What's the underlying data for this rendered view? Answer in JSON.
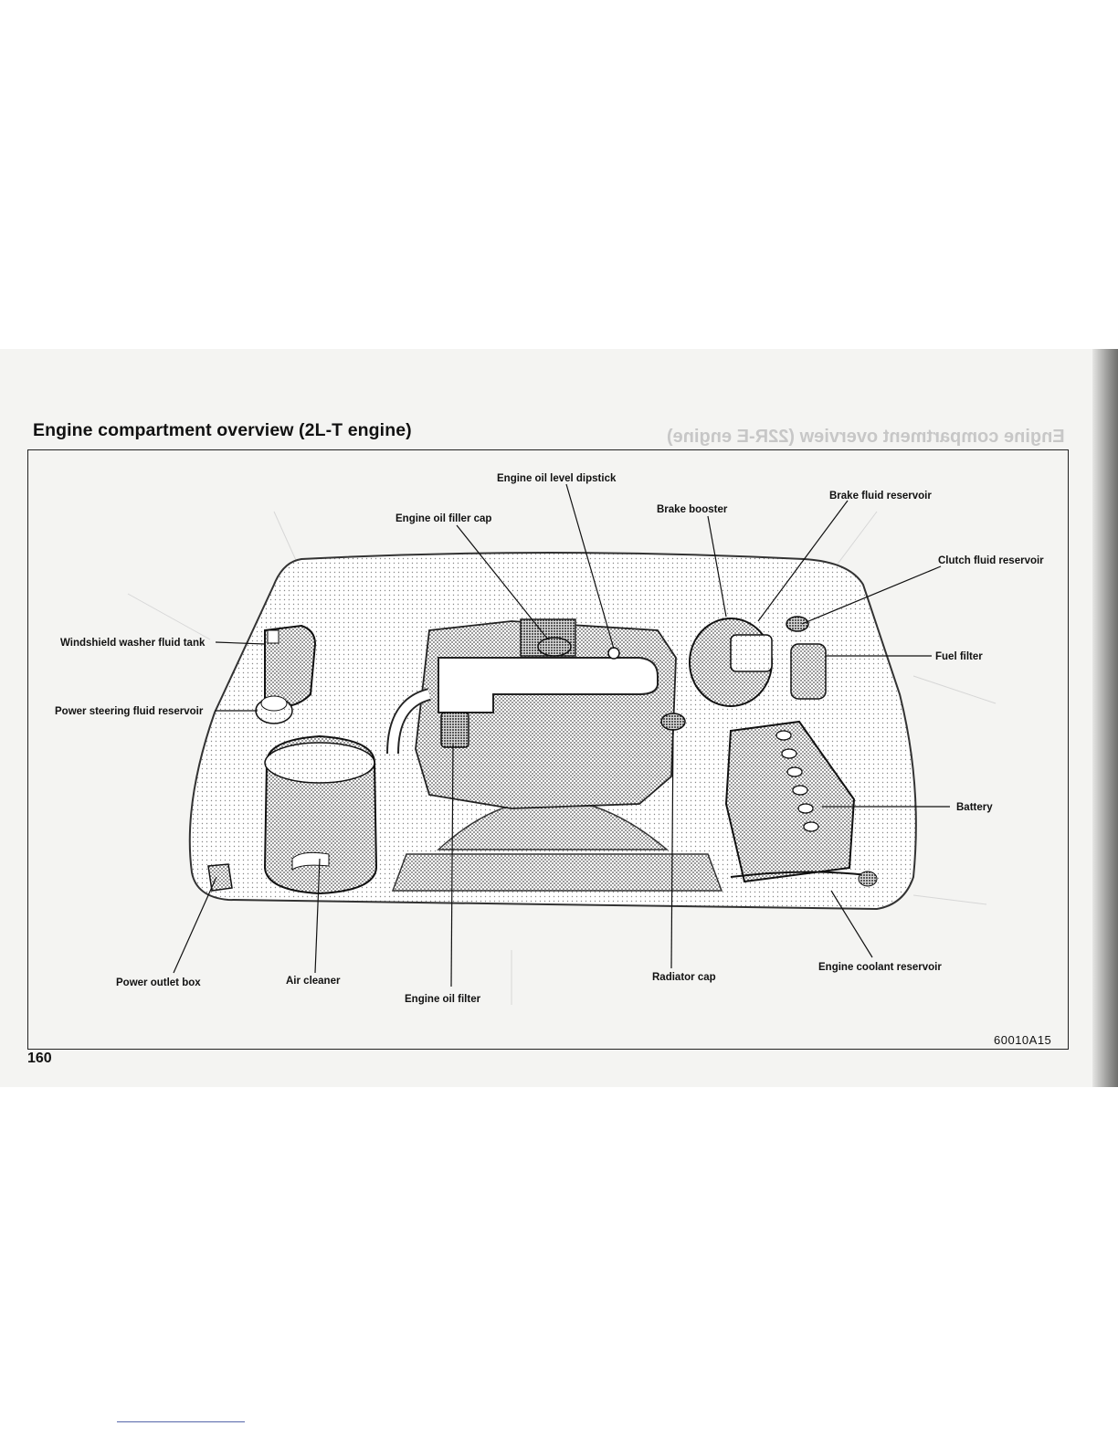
{
  "page": {
    "title": "Engine compartment overview (2L-T engine)",
    "ghost_title": "Engine compartment overview (22R-E engine)",
    "page_number": "160",
    "figure_code": "60010A15"
  },
  "labels": {
    "engine_oil_level_dipstick": "Engine oil level dipstick",
    "engine_oil_filler_cap": "Engine oil filler cap",
    "brake_booster": "Brake booster",
    "brake_fluid_reservoir": "Brake fluid reservoir",
    "clutch_fluid_reservoir": "Clutch fluid reservoir",
    "windshield_washer_fluid_tank": "Windshield washer fluid tank",
    "power_steering_fluid_reservoir": "Power steering fluid reservoir",
    "fuel_filter": "Fuel filter",
    "battery": "Battery",
    "power_outlet_box": "Power outlet box",
    "air_cleaner": "Air cleaner",
    "engine_oil_filter": "Engine oil filter",
    "radiator_cap": "Radiator cap",
    "engine_coolant_reservoir": "Engine coolant reservoir"
  }
}
